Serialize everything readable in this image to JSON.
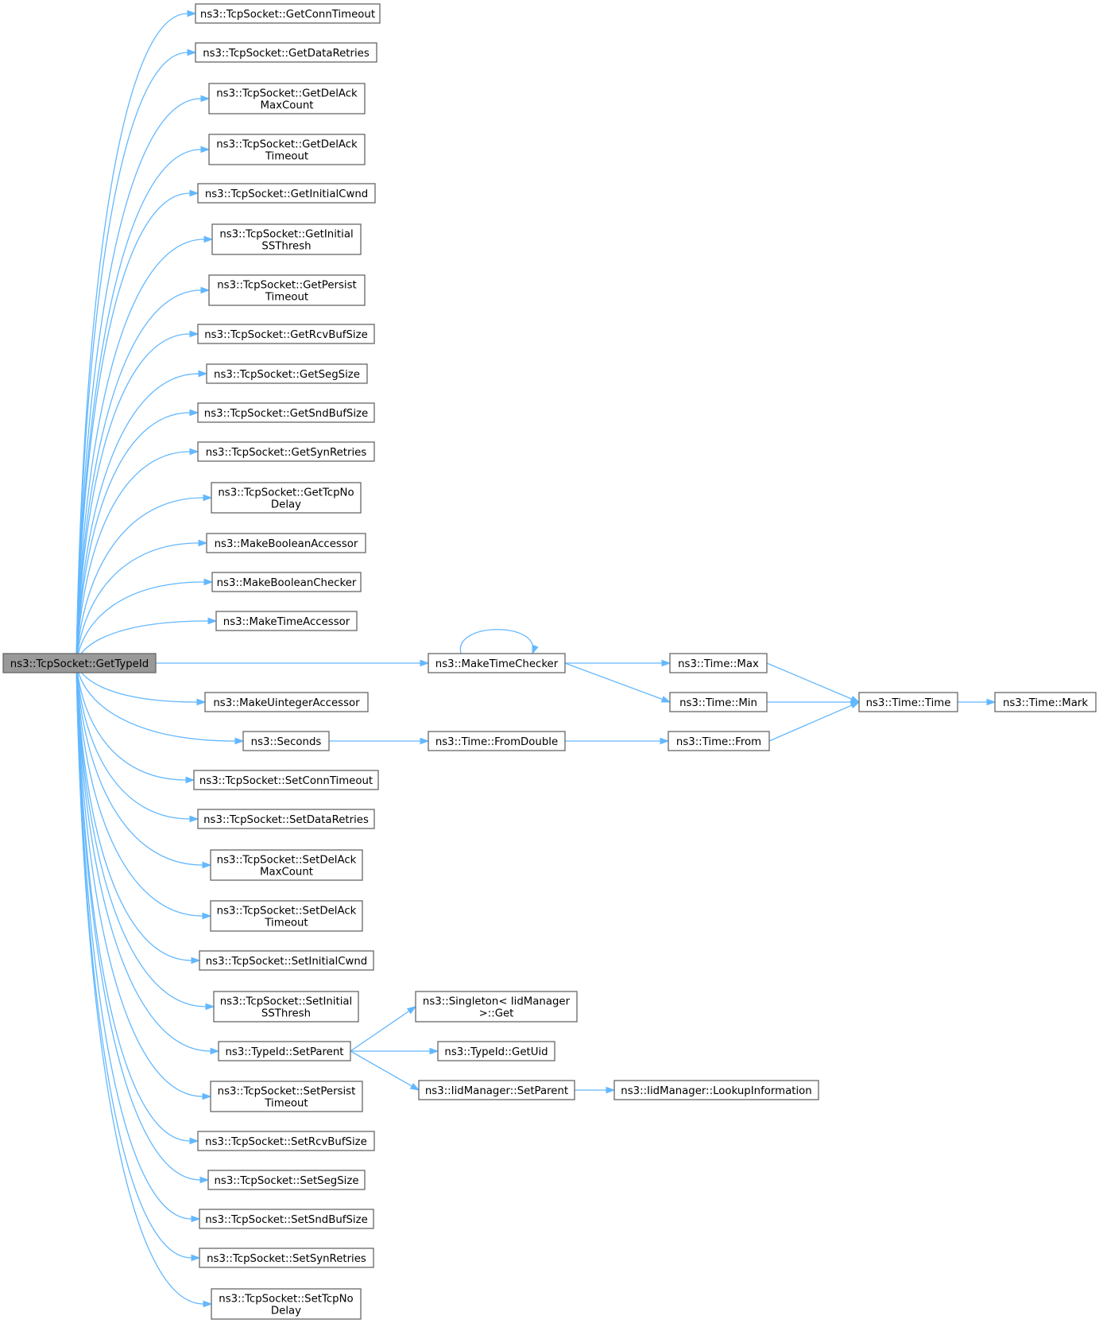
{
  "diagram": {
    "type": "call-graph",
    "edge_color": "#63b8ff",
    "node_fill": "#ffffff",
    "root_fill": "#999999",
    "nodes": [
      {
        "id": "root",
        "lines": [
          "ns3::TcpSocket::GetTypeId"
        ],
        "root": true
      },
      {
        "id": "n1",
        "lines": [
          "ns3::TcpSocket::GetConnTimeout"
        ]
      },
      {
        "id": "n2",
        "lines": [
          "ns3::TcpSocket::GetDataRetries"
        ]
      },
      {
        "id": "n3",
        "lines": [
          "ns3::TcpSocket::GetDelAck",
          "MaxCount"
        ]
      },
      {
        "id": "n4",
        "lines": [
          "ns3::TcpSocket::GetDelAck",
          "Timeout"
        ]
      },
      {
        "id": "n5",
        "lines": [
          "ns3::TcpSocket::GetInitialCwnd"
        ]
      },
      {
        "id": "n6",
        "lines": [
          "ns3::TcpSocket::GetInitial",
          "SSThresh"
        ]
      },
      {
        "id": "n7",
        "lines": [
          "ns3::TcpSocket::GetPersist",
          "Timeout"
        ]
      },
      {
        "id": "n8",
        "lines": [
          "ns3::TcpSocket::GetRcvBufSize"
        ]
      },
      {
        "id": "n9",
        "lines": [
          "ns3::TcpSocket::GetSegSize"
        ]
      },
      {
        "id": "n10",
        "lines": [
          "ns3::TcpSocket::GetSndBufSize"
        ]
      },
      {
        "id": "n11",
        "lines": [
          "ns3::TcpSocket::GetSynRetries"
        ]
      },
      {
        "id": "n12",
        "lines": [
          "ns3::TcpSocket::GetTcpNo",
          "Delay"
        ]
      },
      {
        "id": "n13",
        "lines": [
          "ns3::MakeBooleanAccessor"
        ]
      },
      {
        "id": "n14",
        "lines": [
          "ns3::MakeBooleanChecker"
        ]
      },
      {
        "id": "n15",
        "lines": [
          "ns3::MakeTimeAccessor"
        ]
      },
      {
        "id": "mtc",
        "lines": [
          "ns3::MakeTimeChecker"
        ]
      },
      {
        "id": "tmax",
        "lines": [
          "ns3::Time::Max"
        ]
      },
      {
        "id": "tmin",
        "lines": [
          "ns3::Time::Min"
        ]
      },
      {
        "id": "ttime",
        "lines": [
          "ns3::Time::Time"
        ]
      },
      {
        "id": "tmark",
        "lines": [
          "ns3::Time::Mark"
        ]
      },
      {
        "id": "n16",
        "lines": [
          "ns3::MakeUintegerAccessor"
        ]
      },
      {
        "id": "sec",
        "lines": [
          "ns3::Seconds"
        ]
      },
      {
        "id": "tfd",
        "lines": [
          "ns3::Time::FromDouble"
        ]
      },
      {
        "id": "tfrom",
        "lines": [
          "ns3::Time::From"
        ]
      },
      {
        "id": "n17",
        "lines": [
          "ns3::TcpSocket::SetConnTimeout"
        ]
      },
      {
        "id": "n18",
        "lines": [
          "ns3::TcpSocket::SetDataRetries"
        ]
      },
      {
        "id": "n19",
        "lines": [
          "ns3::TcpSocket::SetDelAck",
          "MaxCount"
        ]
      },
      {
        "id": "n20",
        "lines": [
          "ns3::TcpSocket::SetDelAck",
          "Timeout"
        ]
      },
      {
        "id": "n21",
        "lines": [
          "ns3::TcpSocket::SetInitialCwnd"
        ]
      },
      {
        "id": "n22",
        "lines": [
          "ns3::TcpSocket::SetInitial",
          "SSThresh"
        ]
      },
      {
        "id": "tsp",
        "lines": [
          "ns3::TypeId::SetParent"
        ]
      },
      {
        "id": "sing",
        "lines": [
          "ns3::Singleton< IidManager",
          ">::Get"
        ]
      },
      {
        "id": "guid",
        "lines": [
          "ns3::TypeId::GetUid"
        ]
      },
      {
        "id": "imsp",
        "lines": [
          "ns3::IidManager::SetParent"
        ]
      },
      {
        "id": "imli",
        "lines": [
          "ns3::IidManager::LookupInformation"
        ]
      },
      {
        "id": "n23",
        "lines": [
          "ns3::TcpSocket::SetPersist",
          "Timeout"
        ]
      },
      {
        "id": "n24",
        "lines": [
          "ns3::TcpSocket::SetRcvBufSize"
        ]
      },
      {
        "id": "n25",
        "lines": [
          "ns3::TcpSocket::SetSegSize"
        ]
      },
      {
        "id": "n26",
        "lines": [
          "ns3::TcpSocket::SetSndBufSize"
        ]
      },
      {
        "id": "n27",
        "lines": [
          "ns3::TcpSocket::SetSynRetries"
        ]
      },
      {
        "id": "n28",
        "lines": [
          "ns3::TcpSocket::SetTcpNo",
          "Delay"
        ]
      }
    ],
    "edges": [
      [
        "root",
        "n1"
      ],
      [
        "root",
        "n2"
      ],
      [
        "root",
        "n3"
      ],
      [
        "root",
        "n4"
      ],
      [
        "root",
        "n5"
      ],
      [
        "root",
        "n6"
      ],
      [
        "root",
        "n7"
      ],
      [
        "root",
        "n8"
      ],
      [
        "root",
        "n9"
      ],
      [
        "root",
        "n10"
      ],
      [
        "root",
        "n11"
      ],
      [
        "root",
        "n12"
      ],
      [
        "root",
        "n13"
      ],
      [
        "root",
        "n14"
      ],
      [
        "root",
        "n15"
      ],
      [
        "root",
        "mtc"
      ],
      [
        "root",
        "n16"
      ],
      [
        "root",
        "sec"
      ],
      [
        "root",
        "n17"
      ],
      [
        "root",
        "n18"
      ],
      [
        "root",
        "n19"
      ],
      [
        "root",
        "n20"
      ],
      [
        "root",
        "n21"
      ],
      [
        "root",
        "n22"
      ],
      [
        "root",
        "tsp"
      ],
      [
        "root",
        "n23"
      ],
      [
        "root",
        "n24"
      ],
      [
        "root",
        "n25"
      ],
      [
        "root",
        "n26"
      ],
      [
        "root",
        "n27"
      ],
      [
        "root",
        "n28"
      ],
      [
        "mtc",
        "mtc"
      ],
      [
        "mtc",
        "tmax"
      ],
      [
        "mtc",
        "tmin"
      ],
      [
        "tmax",
        "ttime"
      ],
      [
        "tmin",
        "ttime"
      ],
      [
        "ttime",
        "tmark"
      ],
      [
        "sec",
        "tfd"
      ],
      [
        "tfd",
        "tfrom"
      ],
      [
        "tfrom",
        "ttime"
      ],
      [
        "tsp",
        "sing"
      ],
      [
        "tsp",
        "guid"
      ],
      [
        "tsp",
        "imsp"
      ],
      [
        "imsp",
        "imli"
      ]
    ]
  }
}
